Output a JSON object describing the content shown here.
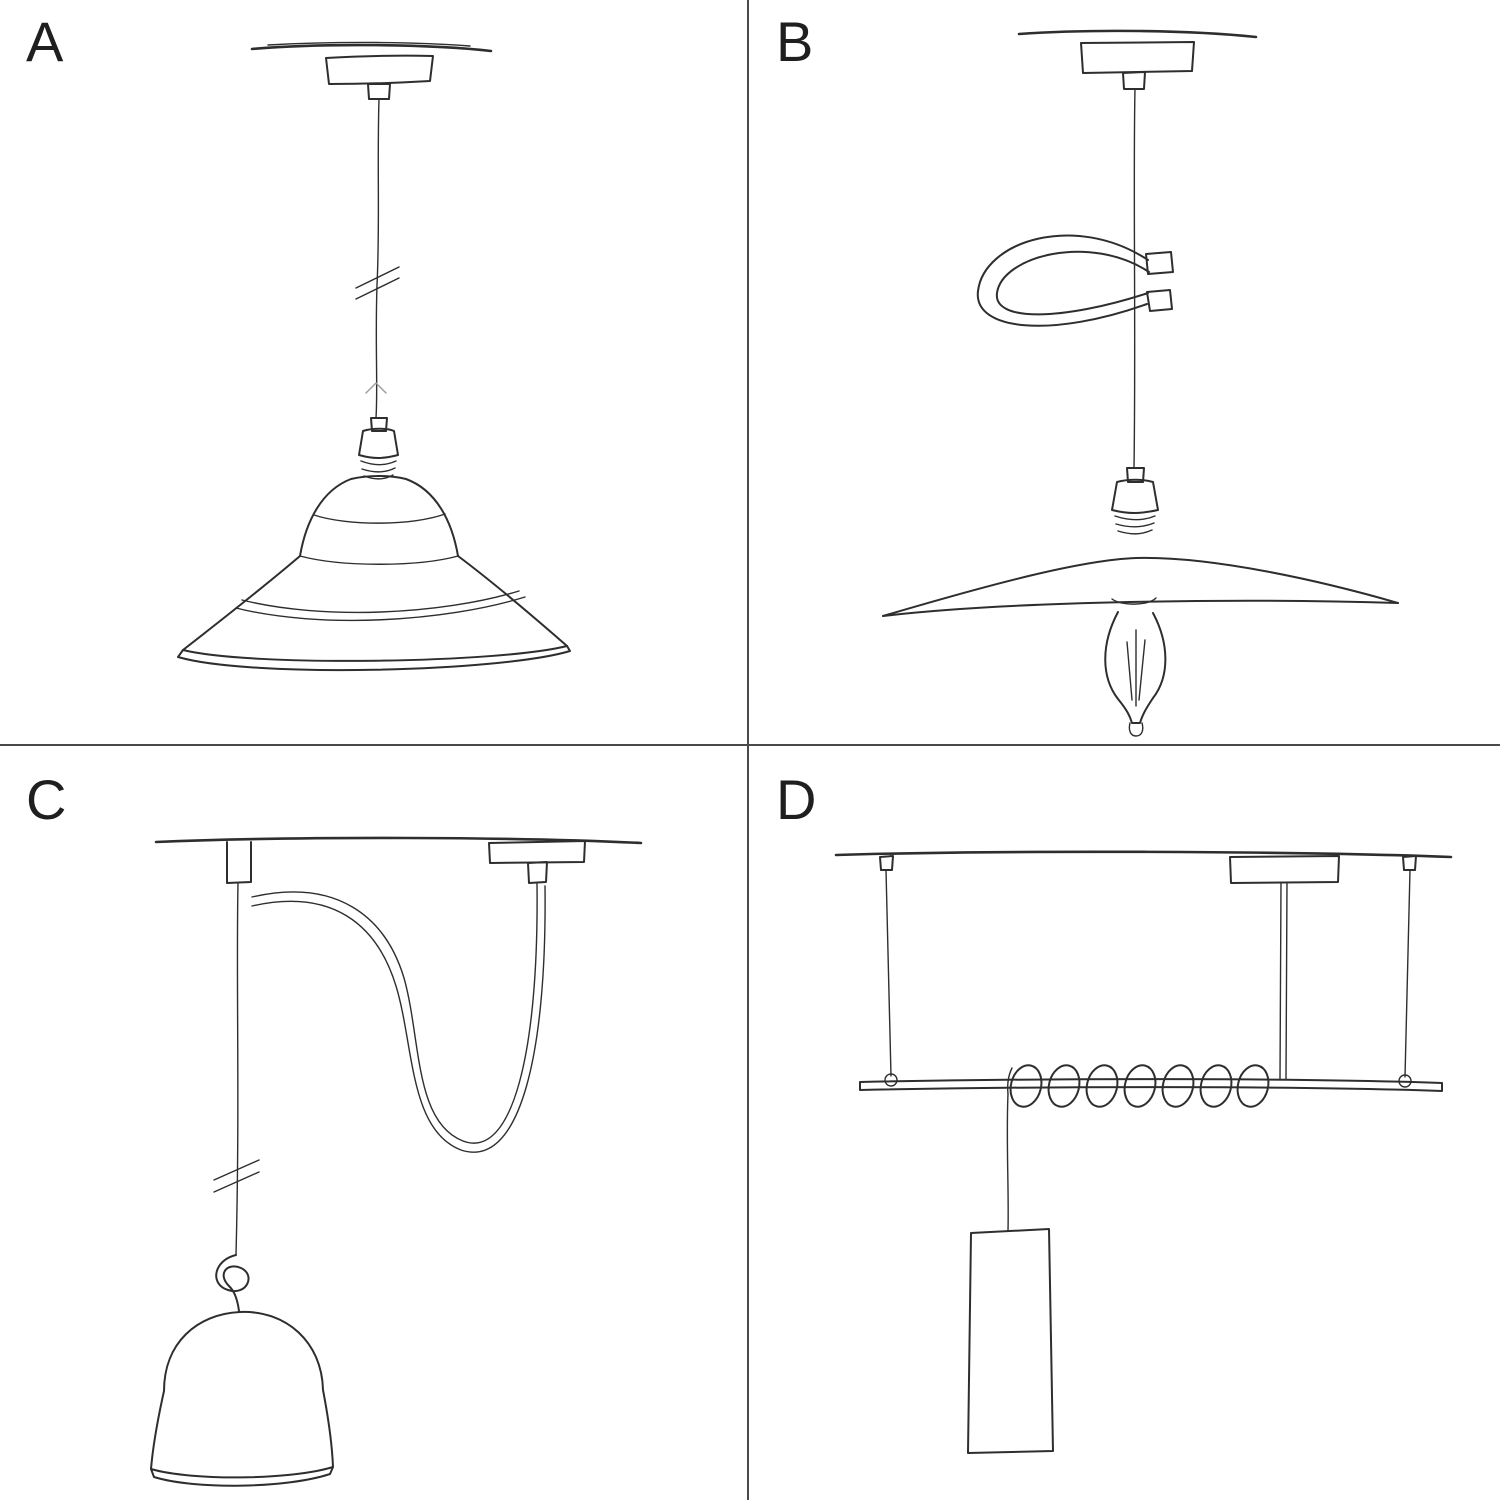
{
  "colors": {
    "background": "#ffffff",
    "ink": "#2e2e2e",
    "divider": "#4a4a4a",
    "faint_ink": "#9c9c9c"
  },
  "panels": [
    {
      "label": "A",
      "sketch": "pendant-straight-cable-industrial-shade-sketch"
    },
    {
      "label": "B",
      "sketch": "pendant-cable-decentralizer-flat-shade-bulb-sketch"
    },
    {
      "label": "C",
      "sketch": "swag-pendant-knotted-cable-bell-shade-sketch"
    },
    {
      "label": "D",
      "sketch": "suspended-bar-coiled-cable-tube-pendant-sketch"
    }
  ]
}
